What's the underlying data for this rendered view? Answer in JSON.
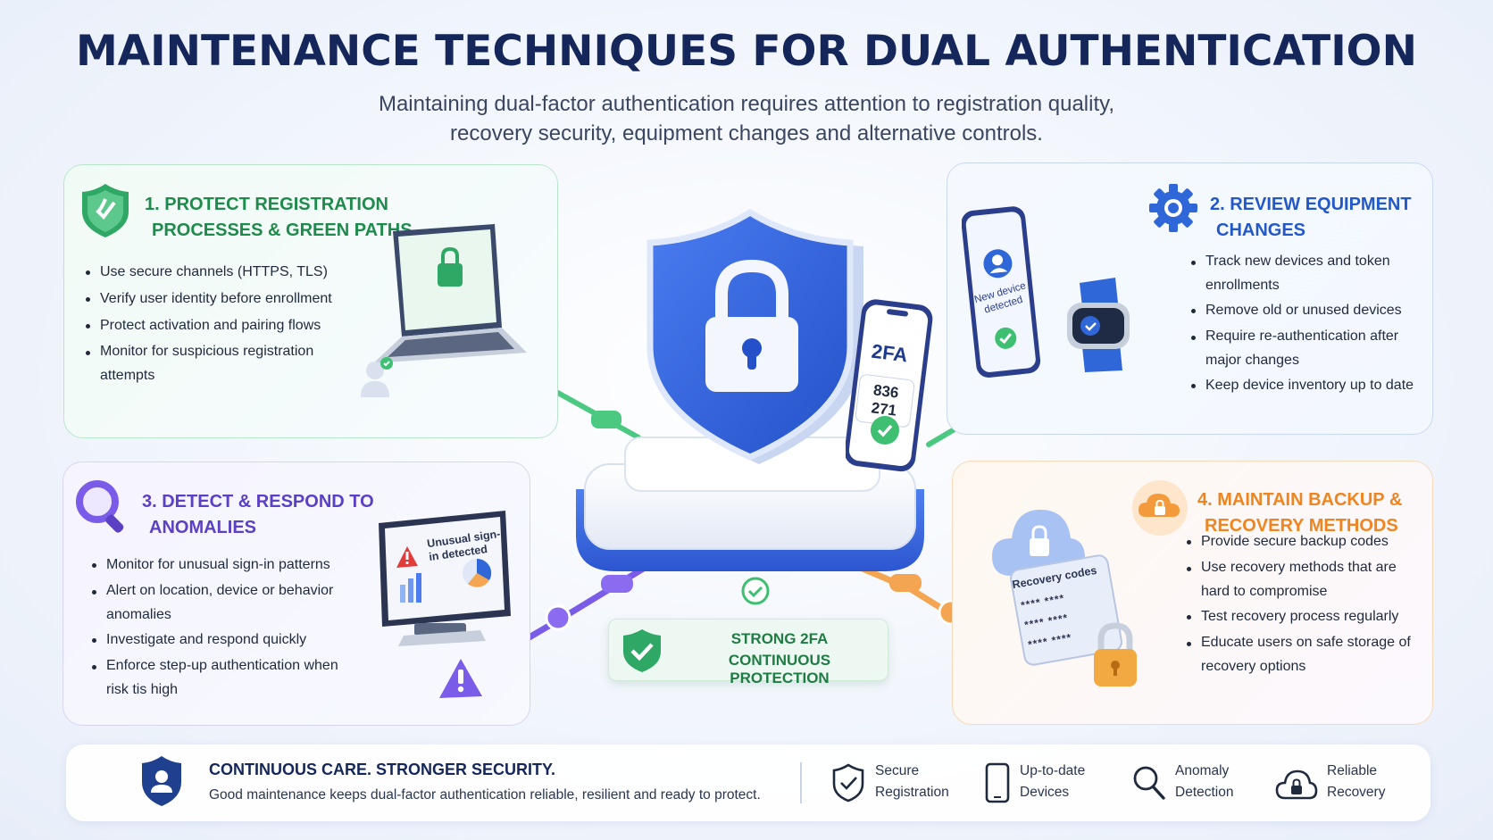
{
  "title": "MAINTENANCE TECHNIQUES FOR DUAL AUTHENTICATION",
  "subtitle": {
    "line1": "Maintaining dual-factor authentication requires attention to registration quality,",
    "line2": "recovery security, equipment changes and alternative controls."
  },
  "cards": {
    "registration": {
      "title_line1": "1. PROTECT REGISTRATION",
      "title_line2": "PROCESSES & GREEN PATHS",
      "bullets": [
        "Use secure channels (HTTPS, TLS)",
        "Verify user identity before enrollment",
        "Protect activation and pairing flows",
        "Monitor for suspicious registration attempts"
      ],
      "accent": "#1e8a4c"
    },
    "equipment": {
      "title_line1": "2. REVIEW EQUIPMENT",
      "title_line2": "CHANGES",
      "bullets": [
        "Track new devices and token enrollments",
        "Remove old or unused devices",
        "Require re-authentication after major changes",
        "Keep device inventory up to date"
      ],
      "phone_text": "New device detected",
      "accent": "#2358c8"
    },
    "anomalies": {
      "title_line1": "3. DETECT & RESPOND TO",
      "title_line2": "ANOMALIES",
      "bullets": [
        "Monitor for unusual sign-in patterns",
        "Alert on location, device or behavior anomalies",
        "Investigate and respond quickly",
        "Enforce step-up authentication when risk tis high"
      ],
      "monitor_text": "Unusual sign-in detected",
      "accent": "#5b3fc4"
    },
    "backup": {
      "title_line1": "4. MAINTAIN BACKUP &",
      "title_line2": "RECOVERY METHODS",
      "bullets": [
        "Provide secure backup codes",
        "Use recovery methods that are hard to compromise",
        "Test recovery process regularly",
        "Educate users on safe storage of recovery options"
      ],
      "codes_title": "Recovery codes",
      "codes": [
        "**** ****",
        "**** ****",
        "**** ****"
      ],
      "accent": "#ee8520"
    }
  },
  "hub": {
    "phone_label": "2FA",
    "phone_code": "836 271",
    "label_line1": "STRONG 2FA",
    "label_line2": "CONTINUOUS PROTECTION"
  },
  "footer": {
    "title": "CONTINUOUS CARE. STRONGER SECURITY.",
    "text": "Good maintenance keeps dual-factor authentication reliable, resilient and ready to protect.",
    "features": [
      {
        "line1": "Secure",
        "line2": "Registration",
        "icon": "shield-check-icon"
      },
      {
        "line1": "Up-to-date",
        "line2": "Devices",
        "icon": "phone-icon"
      },
      {
        "line1": "Anomaly",
        "line2": "Detection",
        "icon": "magnifier-icon"
      },
      {
        "line1": "Reliable",
        "line2": "Recovery",
        "icon": "cloud-lock-icon"
      }
    ]
  }
}
